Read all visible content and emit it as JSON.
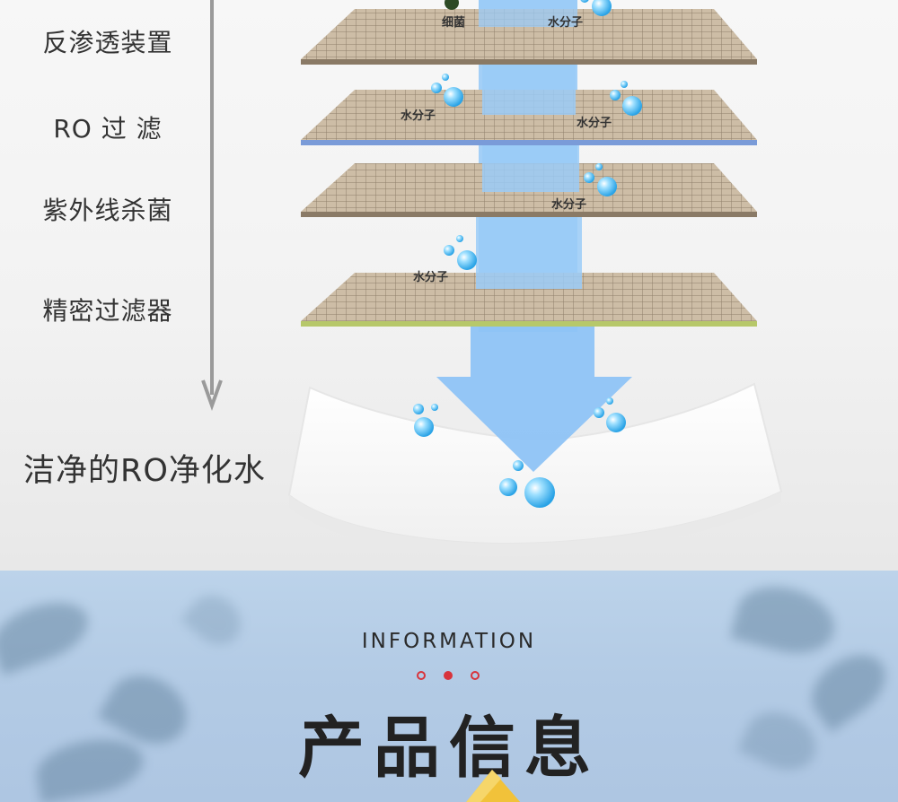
{
  "stages": [
    {
      "label": "反渗透装置"
    },
    {
      "label": "RO 过 滤"
    },
    {
      "label": "紫外线杀菌"
    },
    {
      "label": "精密过滤器"
    }
  ],
  "clean_water_label": "洁净的RO净化水",
  "molecule_labels": {
    "bacteria": "细菌",
    "water": "水分子"
  },
  "colors": {
    "flow_blue": "#8ec3f5",
    "membrane": "#c8b8a2",
    "membrane_edge_blue": "#7a9bd8",
    "membrane_edge_green": "#b7c86a",
    "accent_red": "#d8343c"
  },
  "info": {
    "title_en": "INFORMATION",
    "title_cn": "产品信息"
  }
}
